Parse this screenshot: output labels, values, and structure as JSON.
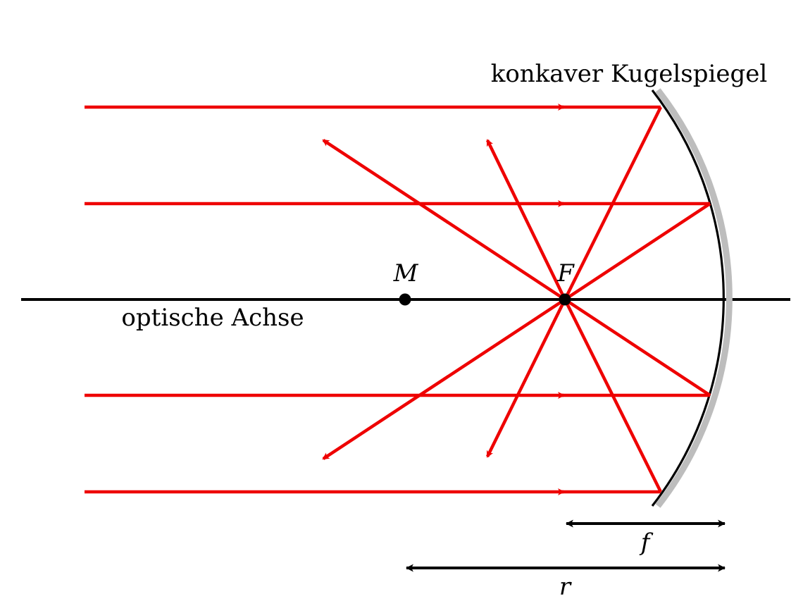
{
  "labels": {
    "mirror": "konkaver Kugelspiegel",
    "axis": "optische Achse",
    "center": "M",
    "focus": "F",
    "focal_length": "f",
    "radius": "r"
  },
  "colors": {
    "ray": "#ee0000",
    "axis": "#000000",
    "mirror_line": "#000000",
    "mirror_backing": "#bdbdbd",
    "points": "#000000"
  }
}
